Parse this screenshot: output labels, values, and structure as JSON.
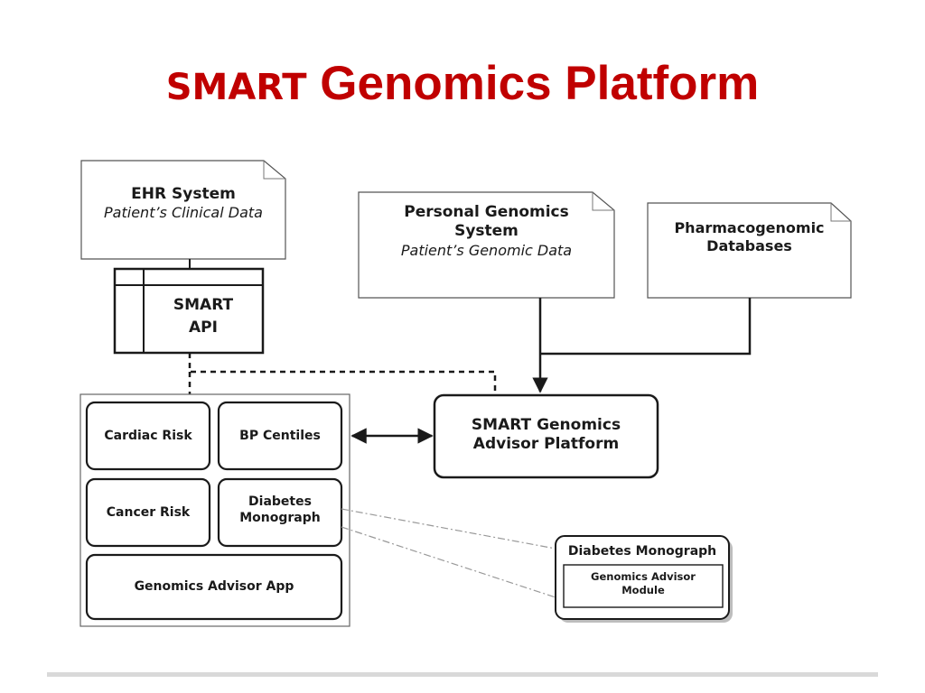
{
  "title": {
    "part1": "SMART",
    "part2": " Genomics Platform"
  },
  "nodes": {
    "ehr": {
      "title": "EHR System",
      "subtitle": "Patient’s Clinical Data"
    },
    "smart_api": {
      "line1": "SMART",
      "line2": "API"
    },
    "personal_genomics": {
      "line1": "Personal Genomics",
      "line2": "System",
      "subtitle": "Patient’s Genomic Data"
    },
    "pharmacogenomic": {
      "line1": "Pharmacogenomic",
      "line2": "Databases"
    },
    "advisor_platform": {
      "line1": "SMART Genomics",
      "line2": "Advisor Platform"
    },
    "apps": {
      "cardiac_risk": "Cardiac Risk",
      "bp_centiles": "BP Centiles",
      "cancer_risk": "Cancer Risk",
      "diabetes_line1": "Diabetes",
      "diabetes_line2": "Monograph",
      "genomics_advisor_app": "Genomics Advisor App"
    },
    "diabetes_detail": {
      "title": "Diabetes Monograph",
      "module_line1": "Genomics Advisor",
      "module_line2": "Module"
    }
  },
  "colors": {
    "title": "#c00000",
    "stroke": "#1a1a1a",
    "rule": "#d9d9d9"
  }
}
